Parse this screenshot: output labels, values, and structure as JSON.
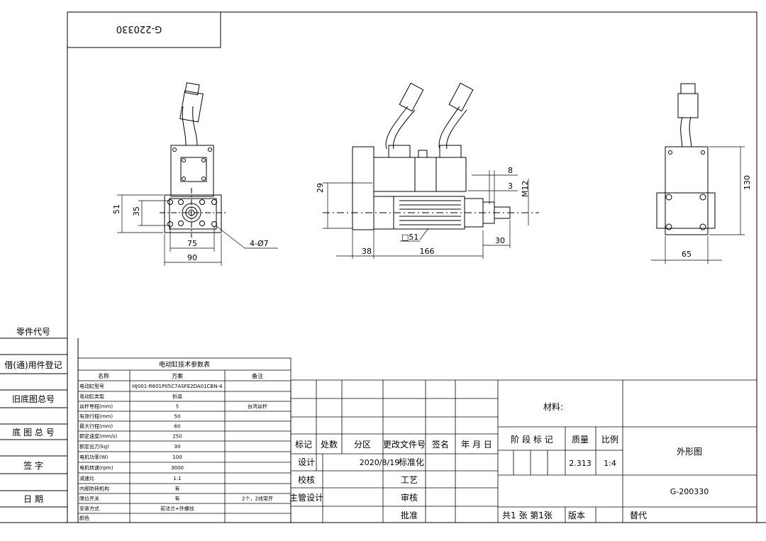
{
  "title_block_id": "G-220330",
  "dims": {
    "front": {
      "h_outer": "51",
      "h_inner": "35",
      "w_inner": "75",
      "w_outer": "90",
      "holes": "4-Ø7"
    },
    "side": {
      "height_29": "29",
      "top_8": "8",
      "top_3": "3",
      "thread": "M12",
      "len_38": "38",
      "len_166": "166",
      "len_30": "30",
      "square": "□51"
    },
    "rear": {
      "height": "130",
      "width": "65"
    }
  },
  "left_labels": [
    "零件代号",
    "借(通)用件登记",
    "旧底图总号",
    "底 图 总 号",
    "签    字",
    "日    期"
  ],
  "params": {
    "title": "电动缸技术参数表",
    "headers": [
      "名称",
      "方案",
      "备注"
    ],
    "rows": [
      [
        "电动缸型号",
        "HJ001-R601P05C7ASFE2DA01CBN-4",
        ""
      ],
      [
        "电动缸类型",
        "折返",
        ""
      ],
      [
        "丝杆导程(mm)",
        "5",
        "台湾丝杆"
      ],
      [
        "有效行程(mm)",
        "50",
        ""
      ],
      [
        "最大行程(mm)",
        "60",
        ""
      ],
      [
        "额定速度(mm/s)",
        "250",
        ""
      ],
      [
        "额定出力(kg)",
        "30",
        ""
      ],
      [
        "电机功率(W)",
        "100",
        ""
      ],
      [
        "电机转速(rpm)",
        "3000",
        ""
      ],
      [
        "减速比",
        "1:1",
        ""
      ],
      [
        "内部防转机构",
        "有",
        ""
      ],
      [
        "限位开关",
        "有",
        "2个，2线常开"
      ],
      [
        "安装方式",
        "前法兰+外螺纹",
        ""
      ],
      [
        "颜色",
        "",
        ""
      ]
    ]
  },
  "title_block": {
    "material_label": "材料:",
    "headers": [
      "标记",
      "处数",
      "分区",
      "更改文件号",
      "签名",
      "年 月 日"
    ],
    "stage_label": "阶 段 标 记",
    "mass_label": "质量",
    "scale_label": "比例",
    "mass": "2.313",
    "scale": "1:4",
    "drawing_name": "外形图",
    "drawing_no": "G-200330",
    "design_label": "设计",
    "design_date": "2020/8/19",
    "standard_label": "标准化",
    "check_label": "校核",
    "process_label": "工艺",
    "chief_label": "主管设计",
    "review_label": "审核",
    "approve_label": "批准",
    "sheets_label": "共1 张  第1张",
    "version_label": "版本",
    "replace_label": "替代"
  }
}
